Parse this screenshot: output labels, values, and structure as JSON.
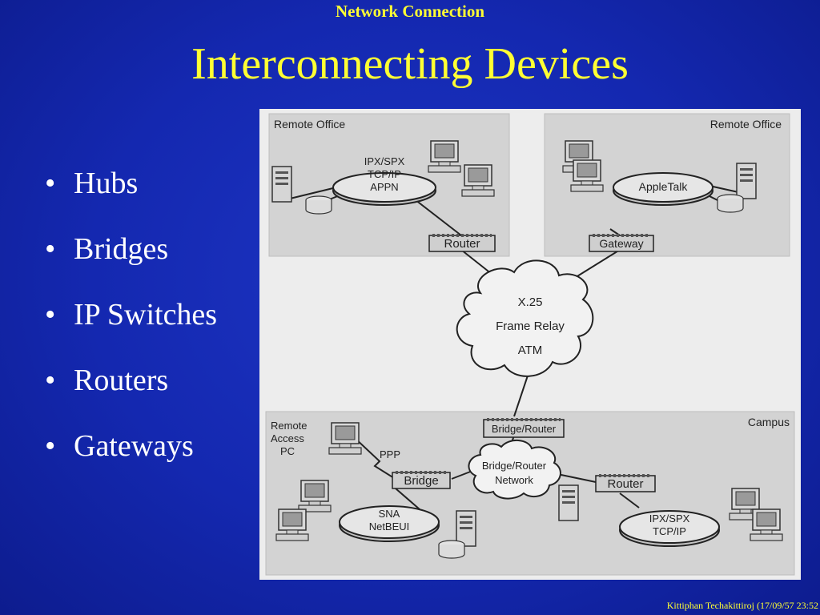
{
  "header": {
    "subject": "Network Connection"
  },
  "title": "Interconnecting Devices",
  "bullets": [
    "Hubs",
    "Bridges",
    "IP Switches",
    "Routers",
    "Gateways"
  ],
  "footer": {
    "credit": "Kittiphan Techakittiroj (17/09/57 23:52"
  },
  "diagram": {
    "remote_office_left": "Remote Office",
    "remote_office_right": "Remote Office",
    "campus": "Campus",
    "ring_left": [
      "IPX/SPX",
      "TCP/IP",
      "APPN"
    ],
    "ring_right": "AppleTalk",
    "router_top": "Router",
    "gateway": "Gateway",
    "cloud_wan": [
      "X.25",
      "Frame Relay",
      "ATM"
    ],
    "bridge_router": "Bridge/Router",
    "cloud_campus": [
      "Bridge/Router",
      "Network"
    ],
    "remote_access": [
      "Remote",
      "Access",
      "PC"
    ],
    "ppp": "PPP",
    "bridge": "Bridge",
    "router_campus": "Router",
    "ring_sna": [
      "SNA",
      "NetBEUI"
    ],
    "ring_ipx": [
      "IPX/SPX",
      "TCP/IP"
    ]
  }
}
